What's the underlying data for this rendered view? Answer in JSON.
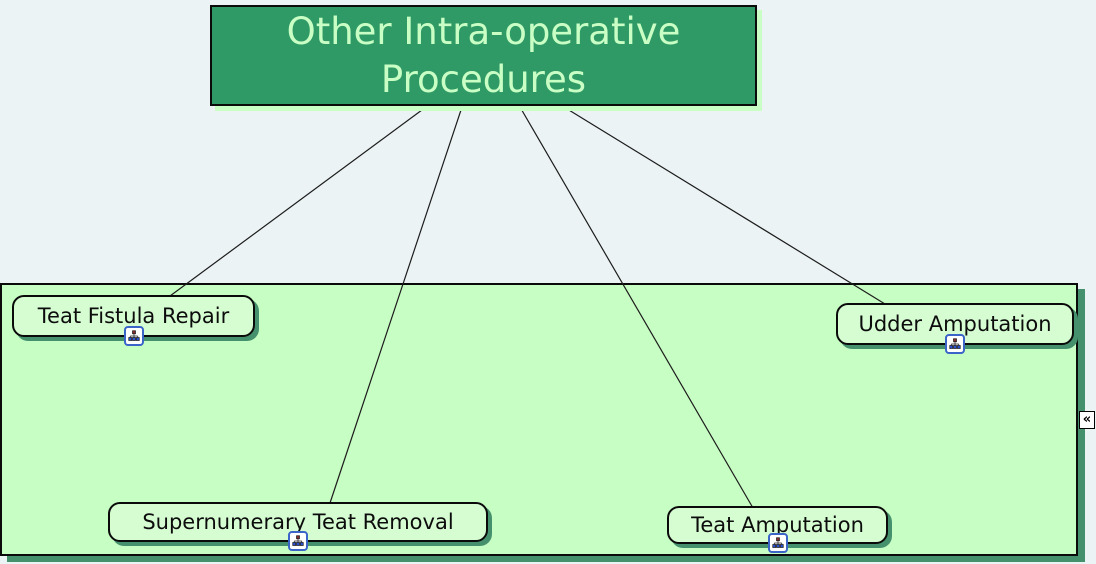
{
  "diagram": {
    "title": "Other Intra-operative Procedures",
    "nodes": [
      {
        "label": "Teat Fistula Repair"
      },
      {
        "label": "Supernumerary Teat Removal"
      },
      {
        "label": "Teat Amputation"
      },
      {
        "label": "Udder Amputation"
      }
    ],
    "edges": [
      {
        "from": "Other Intra-operative Procedures",
        "to": "Teat Fistula Repair"
      },
      {
        "from": "Other Intra-operative Procedures",
        "to": "Supernumerary Teat Removal"
      },
      {
        "from": "Other Intra-operative Procedures",
        "to": "Teat Amputation"
      },
      {
        "from": "Other Intra-operative Procedures",
        "to": "Udder Amputation"
      }
    ],
    "icons": {
      "node_icon": "sitemap-icon",
      "collapse_glyph": "«"
    },
    "colors": {
      "background": "#ecf3f5",
      "root_fill": "#2f9a66",
      "root_text": "#c9fec5",
      "panel_fill": "#c7fec3",
      "node_fill": "#d6fdd2",
      "shadow_green": "#46916d",
      "line": "#1c1c1c"
    }
  }
}
